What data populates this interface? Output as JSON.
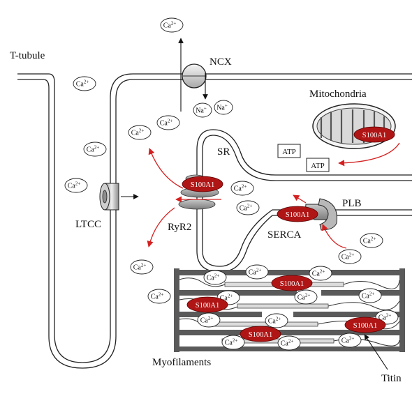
{
  "labels": {
    "t_tubule": "T-tubule",
    "ncx": "NCX",
    "mitochondria": "Mitochondria",
    "sr": "SR",
    "ltcc": "LTCC",
    "ryr2": "RyR2",
    "plb": "PLB",
    "serca": "SERCA",
    "myofilaments": "Myofilaments",
    "titin": "Titin"
  },
  "ions": {
    "ca_base": "Ca",
    "ca_charge": "2+",
    "na_base": "Na",
    "na_charge": "+"
  },
  "protein": {
    "s100a1": "S100A1"
  },
  "boxes": {
    "atp_1": "ATP",
    "atp_2": "ATP"
  },
  "colors": {
    "s100a1_fill": "#b01515",
    "arrow_red": "#d42020",
    "filament_dark": "#5a5a5a",
    "filament_light": "#dcdcdc",
    "outline": "#222222"
  }
}
